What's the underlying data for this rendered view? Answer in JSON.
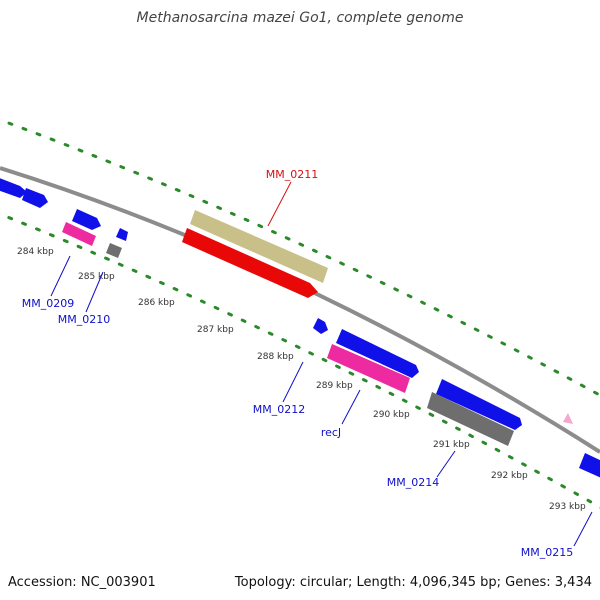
{
  "title": "Methanosarcina mazei Go1, complete genome",
  "footer": {
    "accession": "Accession: NC_003901",
    "summary": "Topology: circular; Length: 4,096,345 bp; Genes: 3,434"
  },
  "kbp_ticks": [
    "284 kbp",
    "285 kbp",
    "286 kbp",
    "287 kbp",
    "288 kbp",
    "289 kbp",
    "290 kbp",
    "291 kbp",
    "292 kbp",
    "293 kbp"
  ],
  "gene_labels": [
    "MM_0211",
    "MM_0209",
    "MM_0210",
    "MM_0212",
    "recJ",
    "MM_0214",
    "MM_0215"
  ],
  "colors": {
    "backbone": "#8c8c8c",
    "dots": "#2a8a2a",
    "blue": "#1010e8",
    "pink": "#ee2aa0",
    "red": "#e80808",
    "khaki": "#c8c088",
    "gray": "#6e6e6e",
    "light_pink": "#f4a8d0",
    "label_blue": "#1010c8",
    "label_red": "#d81010"
  }
}
